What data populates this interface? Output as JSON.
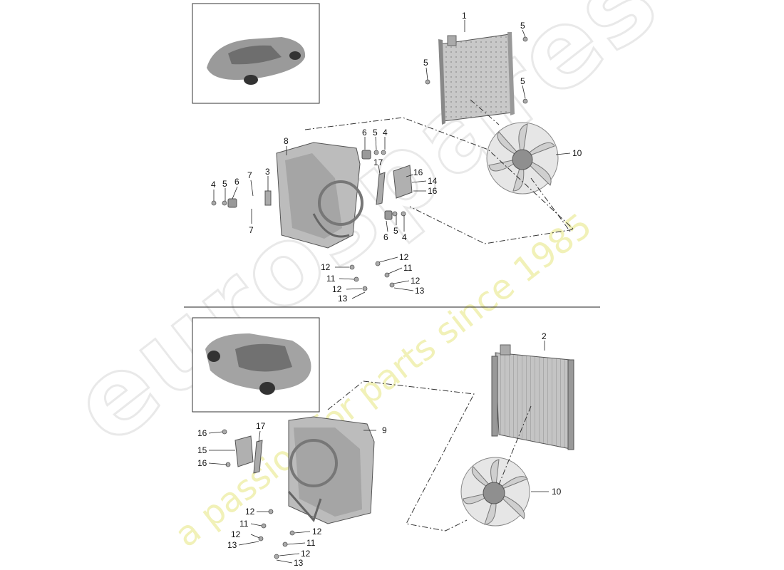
{
  "watermark": {
    "brand": "eurospares",
    "tagline": "a passion for parts since 1985"
  },
  "callouts": {
    "top": [
      {
        "id": "c1",
        "label": "1"
      },
      {
        "id": "c5a",
        "label": "5"
      },
      {
        "id": "c5b",
        "label": "5"
      },
      {
        "id": "c5c",
        "label": "5"
      },
      {
        "id": "c8",
        "label": "8"
      },
      {
        "id": "c6a",
        "label": "6"
      },
      {
        "id": "c5d",
        "label": "5"
      },
      {
        "id": "c4a",
        "label": "4"
      },
      {
        "id": "c10a",
        "label": "10"
      },
      {
        "id": "c17a",
        "label": "17"
      },
      {
        "id": "c16a",
        "label": "16"
      },
      {
        "id": "c14",
        "label": "14"
      },
      {
        "id": "c16b",
        "label": "16"
      },
      {
        "id": "c7a",
        "label": "7"
      },
      {
        "id": "c3",
        "label": "3"
      },
      {
        "id": "c4b",
        "label": "4"
      },
      {
        "id": "c5e",
        "label": "5"
      },
      {
        "id": "c6b",
        "label": "6"
      },
      {
        "id": "c7b",
        "label": "7"
      },
      {
        "id": "c6c",
        "label": "6"
      },
      {
        "id": "c5f",
        "label": "5"
      },
      {
        "id": "c4c",
        "label": "4"
      },
      {
        "id": "c12a",
        "label": "12"
      },
      {
        "id": "c12b",
        "label": "12"
      },
      {
        "id": "c11a",
        "label": "11"
      },
      {
        "id": "c11b",
        "label": "11"
      },
      {
        "id": "c12c",
        "label": "12"
      },
      {
        "id": "c12d",
        "label": "12"
      },
      {
        "id": "c13a",
        "label": "13"
      },
      {
        "id": "c13b",
        "label": "13"
      }
    ],
    "bottom": [
      {
        "id": "c2",
        "label": "2"
      },
      {
        "id": "c9",
        "label": "9"
      },
      {
        "id": "c16c",
        "label": "16"
      },
      {
        "id": "c17b",
        "label": "17"
      },
      {
        "id": "c15",
        "label": "15"
      },
      {
        "id": "c16d",
        "label": "16"
      },
      {
        "id": "c10b",
        "label": "10"
      },
      {
        "id": "c12e",
        "label": "12"
      },
      {
        "id": "c11c",
        "label": "11"
      },
      {
        "id": "c12f",
        "label": "12"
      },
      {
        "id": "c13c",
        "label": "13"
      },
      {
        "id": "c12g",
        "label": "12"
      },
      {
        "id": "c11d",
        "label": "11"
      },
      {
        "id": "c12h",
        "label": "12"
      },
      {
        "id": "c13d",
        "label": "13"
      }
    ]
  },
  "colors": {
    "line": "#222222",
    "part": "#b9b9b9",
    "part_dark": "#8a8a8a",
    "part_light": "#dcdcdc",
    "frame": "#333333"
  }
}
